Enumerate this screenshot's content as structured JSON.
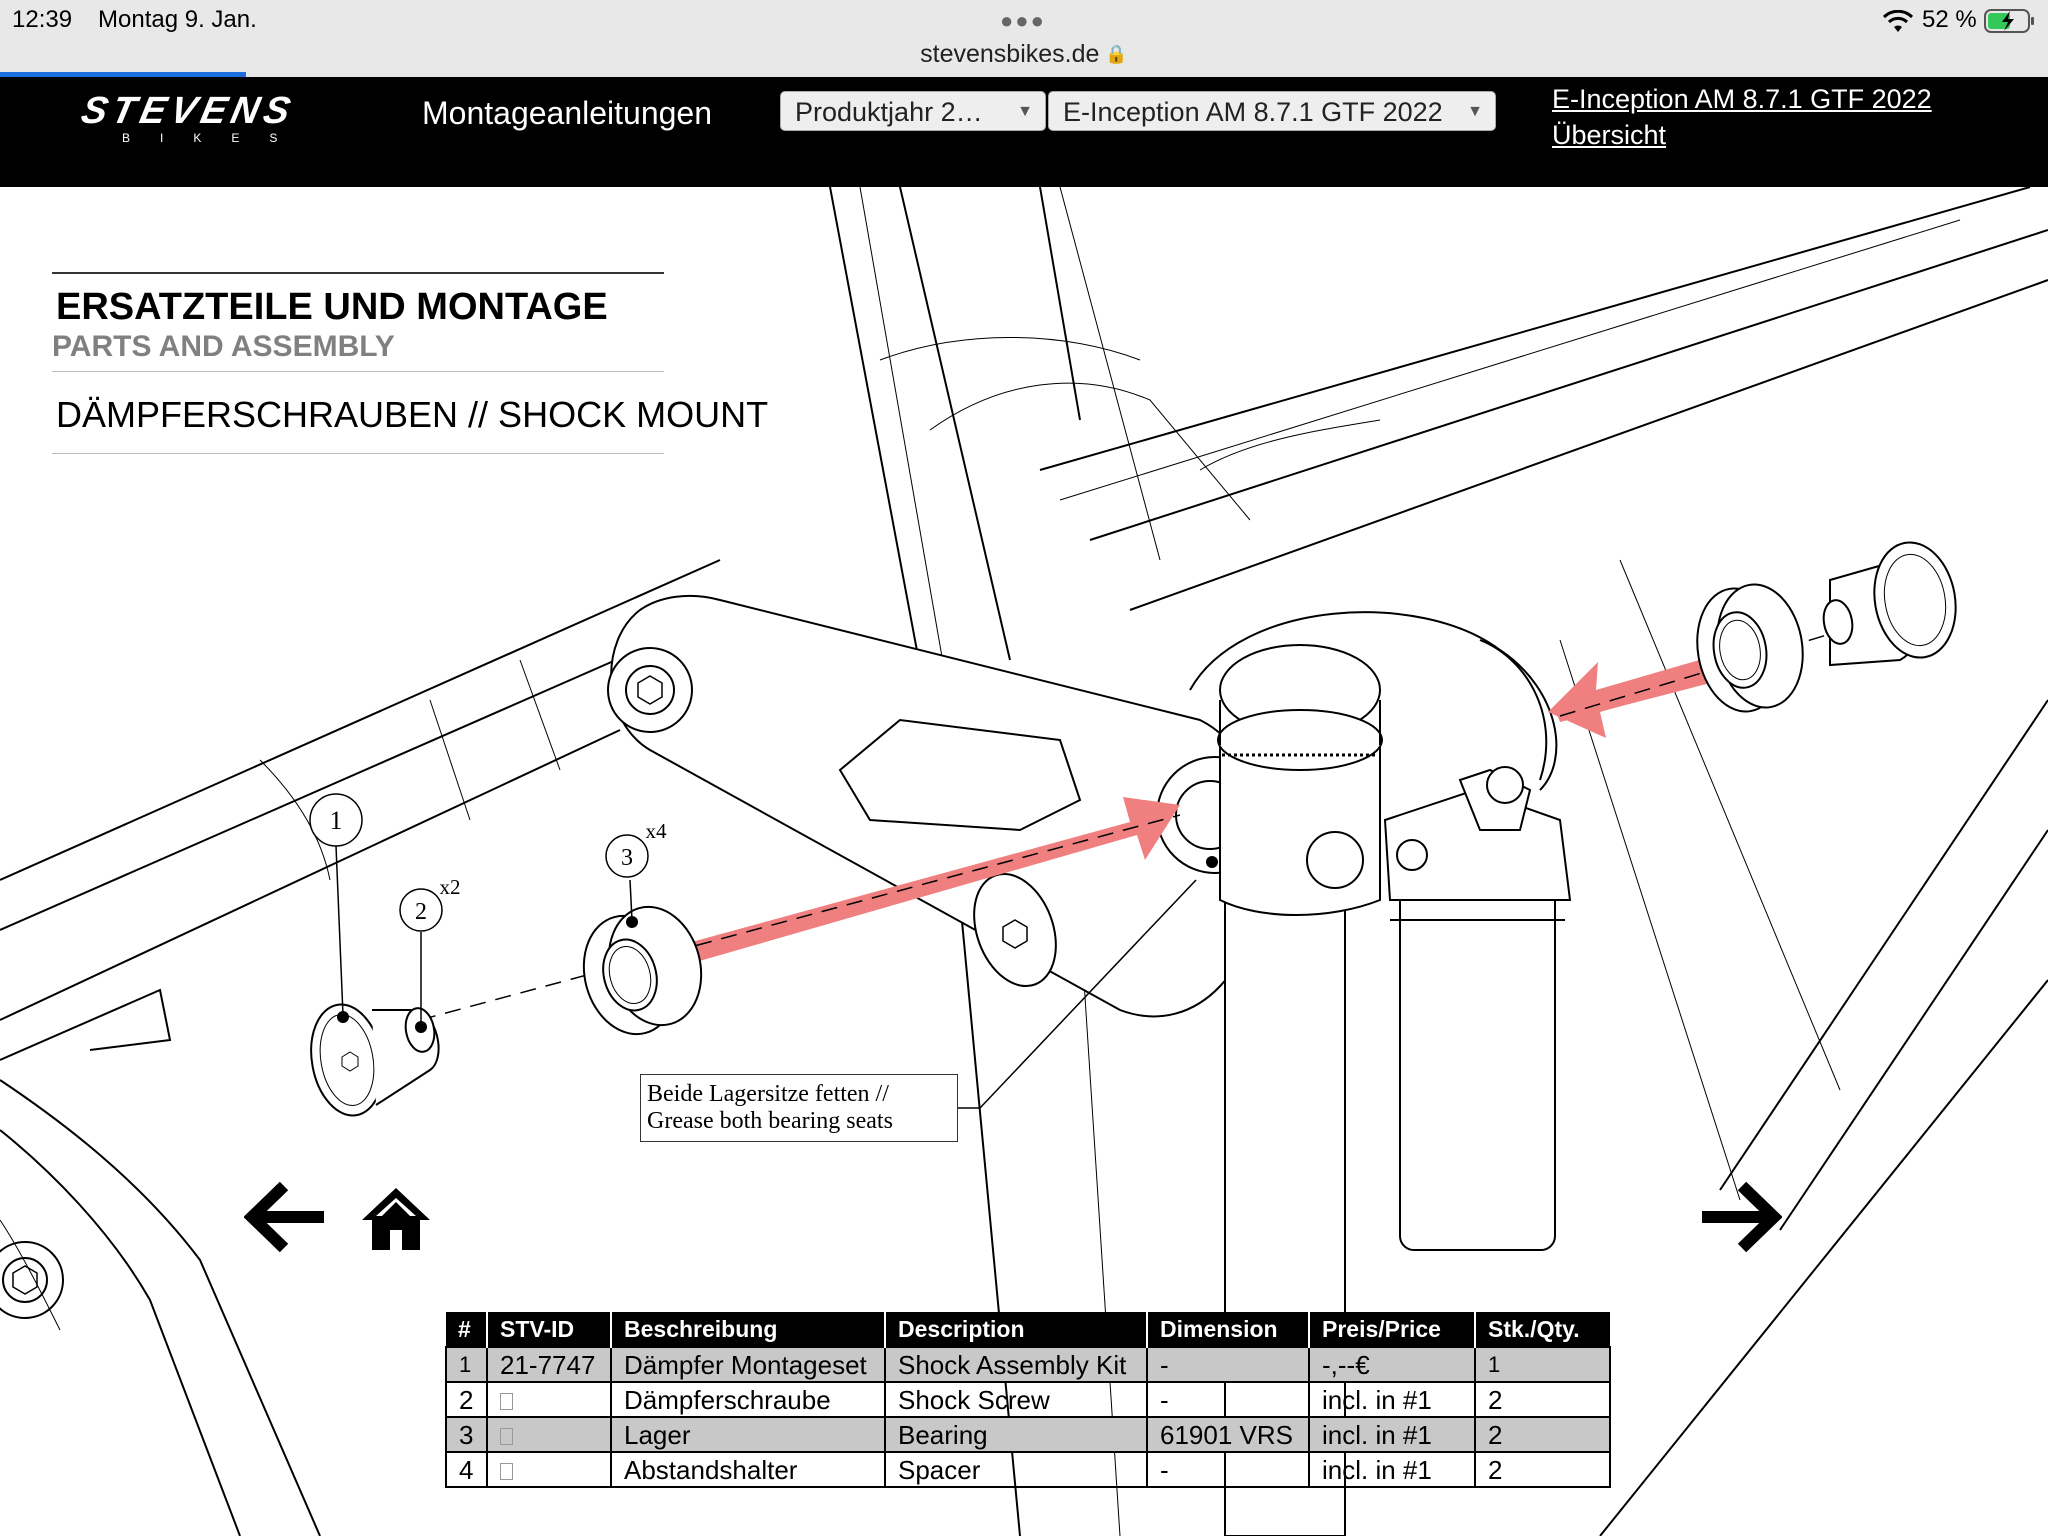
{
  "status_bar": {
    "time": "12:39",
    "date": "Montag 9. Jan.",
    "url": "stevensbikes.de",
    "battery": "52 %",
    "icons": [
      "wifi-icon",
      "battery-charging-icon",
      "lock-icon"
    ]
  },
  "header": {
    "logo_main": "STEVENS",
    "logo_sub": "BIKES",
    "nav_title": "Montageanleitungen",
    "select_year": "Produktjahr 2…",
    "select_model": "E-Inception AM 8.7.1 GTF 2022",
    "link_line1": "E-Inception AM 8.7.1 GTF 2022",
    "link_line2": "Übersicht"
  },
  "title_block": {
    "title_de": "ERSATZTEILE UND MONTAGE",
    "title_en": "PARTS AND ASSEMBLY",
    "subtitle": "DÄMPFERSCHRAUBEN // SHOCK MOUNT"
  },
  "callouts": {
    "c1": "1",
    "c2": "2",
    "c2_qty": "x2",
    "c3": "3",
    "c3_qty": "x4",
    "note_line1": "Beide Lagersitze fetten //",
    "note_line2": "Grease both bearing seats"
  },
  "navigation": {
    "icons": [
      "arrow-left-icon",
      "home-icon",
      "arrow-right-icon"
    ]
  },
  "table": {
    "headers": [
      "#",
      "STV-ID",
      "Beschreibung",
      "Description",
      "Dimension",
      "Preis/Price",
      "Stk./Qty."
    ],
    "rows": [
      {
        "num": "1",
        "id": "21-7747",
        "beschreibung": "Dämpfer Montageset",
        "description": "Shock Assembly Kit",
        "dimension": "-",
        "price": "-,--€",
        "qty": "1"
      },
      {
        "num": "2",
        "id": "",
        "beschreibung": "Dämpferschraube",
        "description": "Shock Screw",
        "dimension": "-",
        "price": "incl. in #1",
        "qty": "2"
      },
      {
        "num": "3",
        "id": "",
        "beschreibung": "Lager",
        "description": "Bearing",
        "dimension": "61901 VRS",
        "price": "incl. in #1",
        "qty": "2"
      },
      {
        "num": "4",
        "id": "",
        "beschreibung": "Abstandshalter",
        "description": "Spacer",
        "dimension": "-",
        "price": "incl. in #1",
        "qty": "2"
      }
    ]
  },
  "colors": {
    "header_bg": "#000000",
    "arrow_red": "#f08080",
    "row_shade": "#c8c8c8",
    "load_bar": "#1b6fe0"
  }
}
